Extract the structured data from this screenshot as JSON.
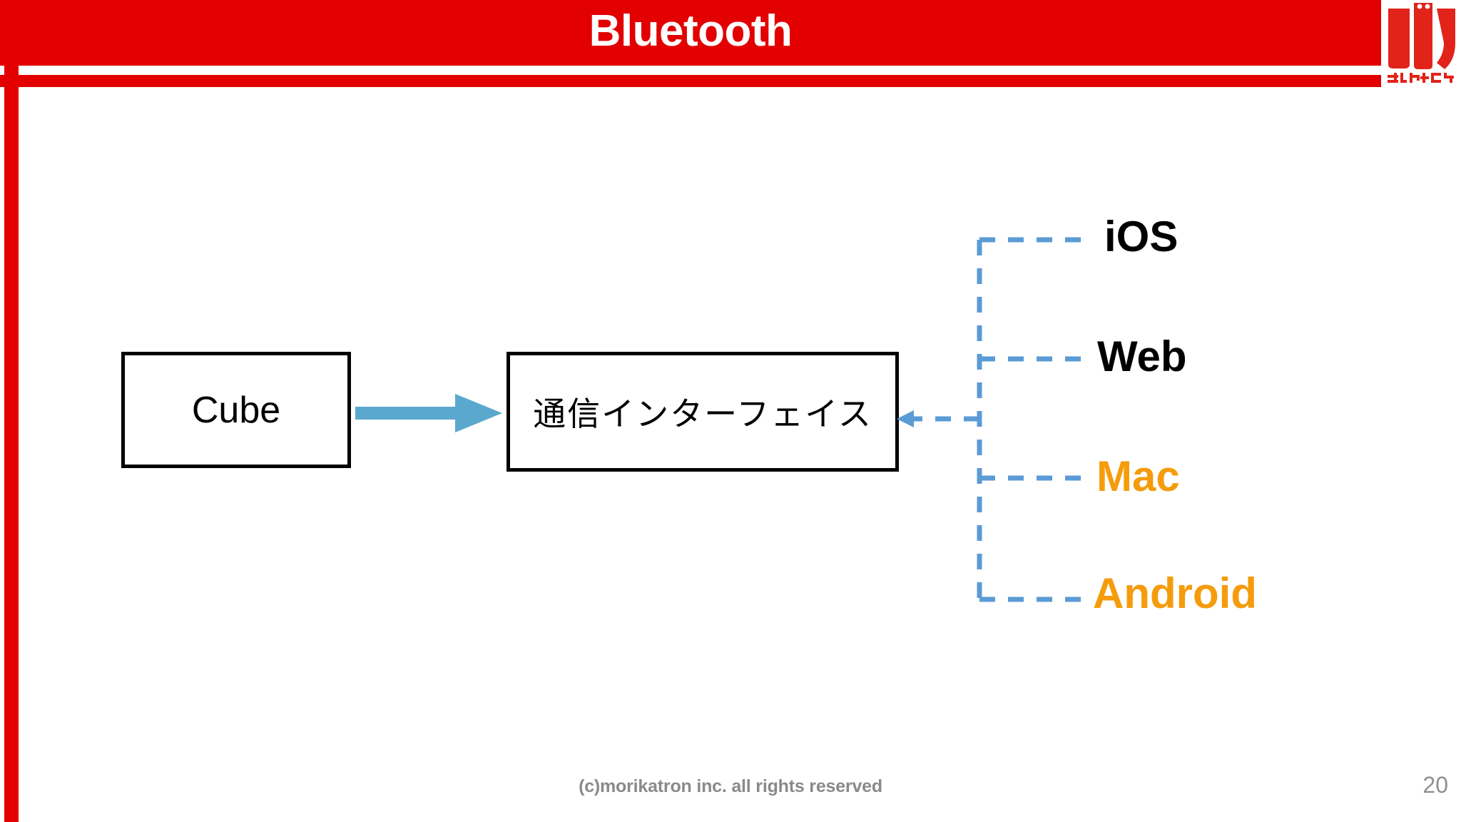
{
  "slide": {
    "title": "Bluetooth",
    "page_number": "20",
    "footer": "(c)morikatron inc. all rights reserved",
    "accent_red": "#e20000",
    "accent_blue": "#5b9bd5",
    "arrow_blue": "#5ba8ce",
    "accent_orange": "#f59c0c"
  },
  "logo": {
    "name": "morikatron-logo",
    "wordmark": "モリカトロン",
    "color": "#e2231a"
  },
  "diagram": {
    "nodes": [
      {
        "id": "cube",
        "label": "Cube"
      },
      {
        "id": "interface",
        "label": "通信インターフェイス"
      }
    ],
    "arrow": {
      "name": "cube-to-interface-arrow",
      "direction": "right",
      "style": "solid",
      "color": "#5ba8ce"
    },
    "connector": {
      "name": "platform-connector-tree",
      "style": "dashed",
      "color": "#5b9bd5",
      "arrow_direction": "left-into-interface"
    },
    "platforms": [
      {
        "label": "iOS",
        "color": "#000000"
      },
      {
        "label": "Web",
        "color": "#000000"
      },
      {
        "label": "Mac",
        "color": "#f59c0c"
      },
      {
        "label": "Android",
        "color": "#f59c0c"
      }
    ]
  }
}
